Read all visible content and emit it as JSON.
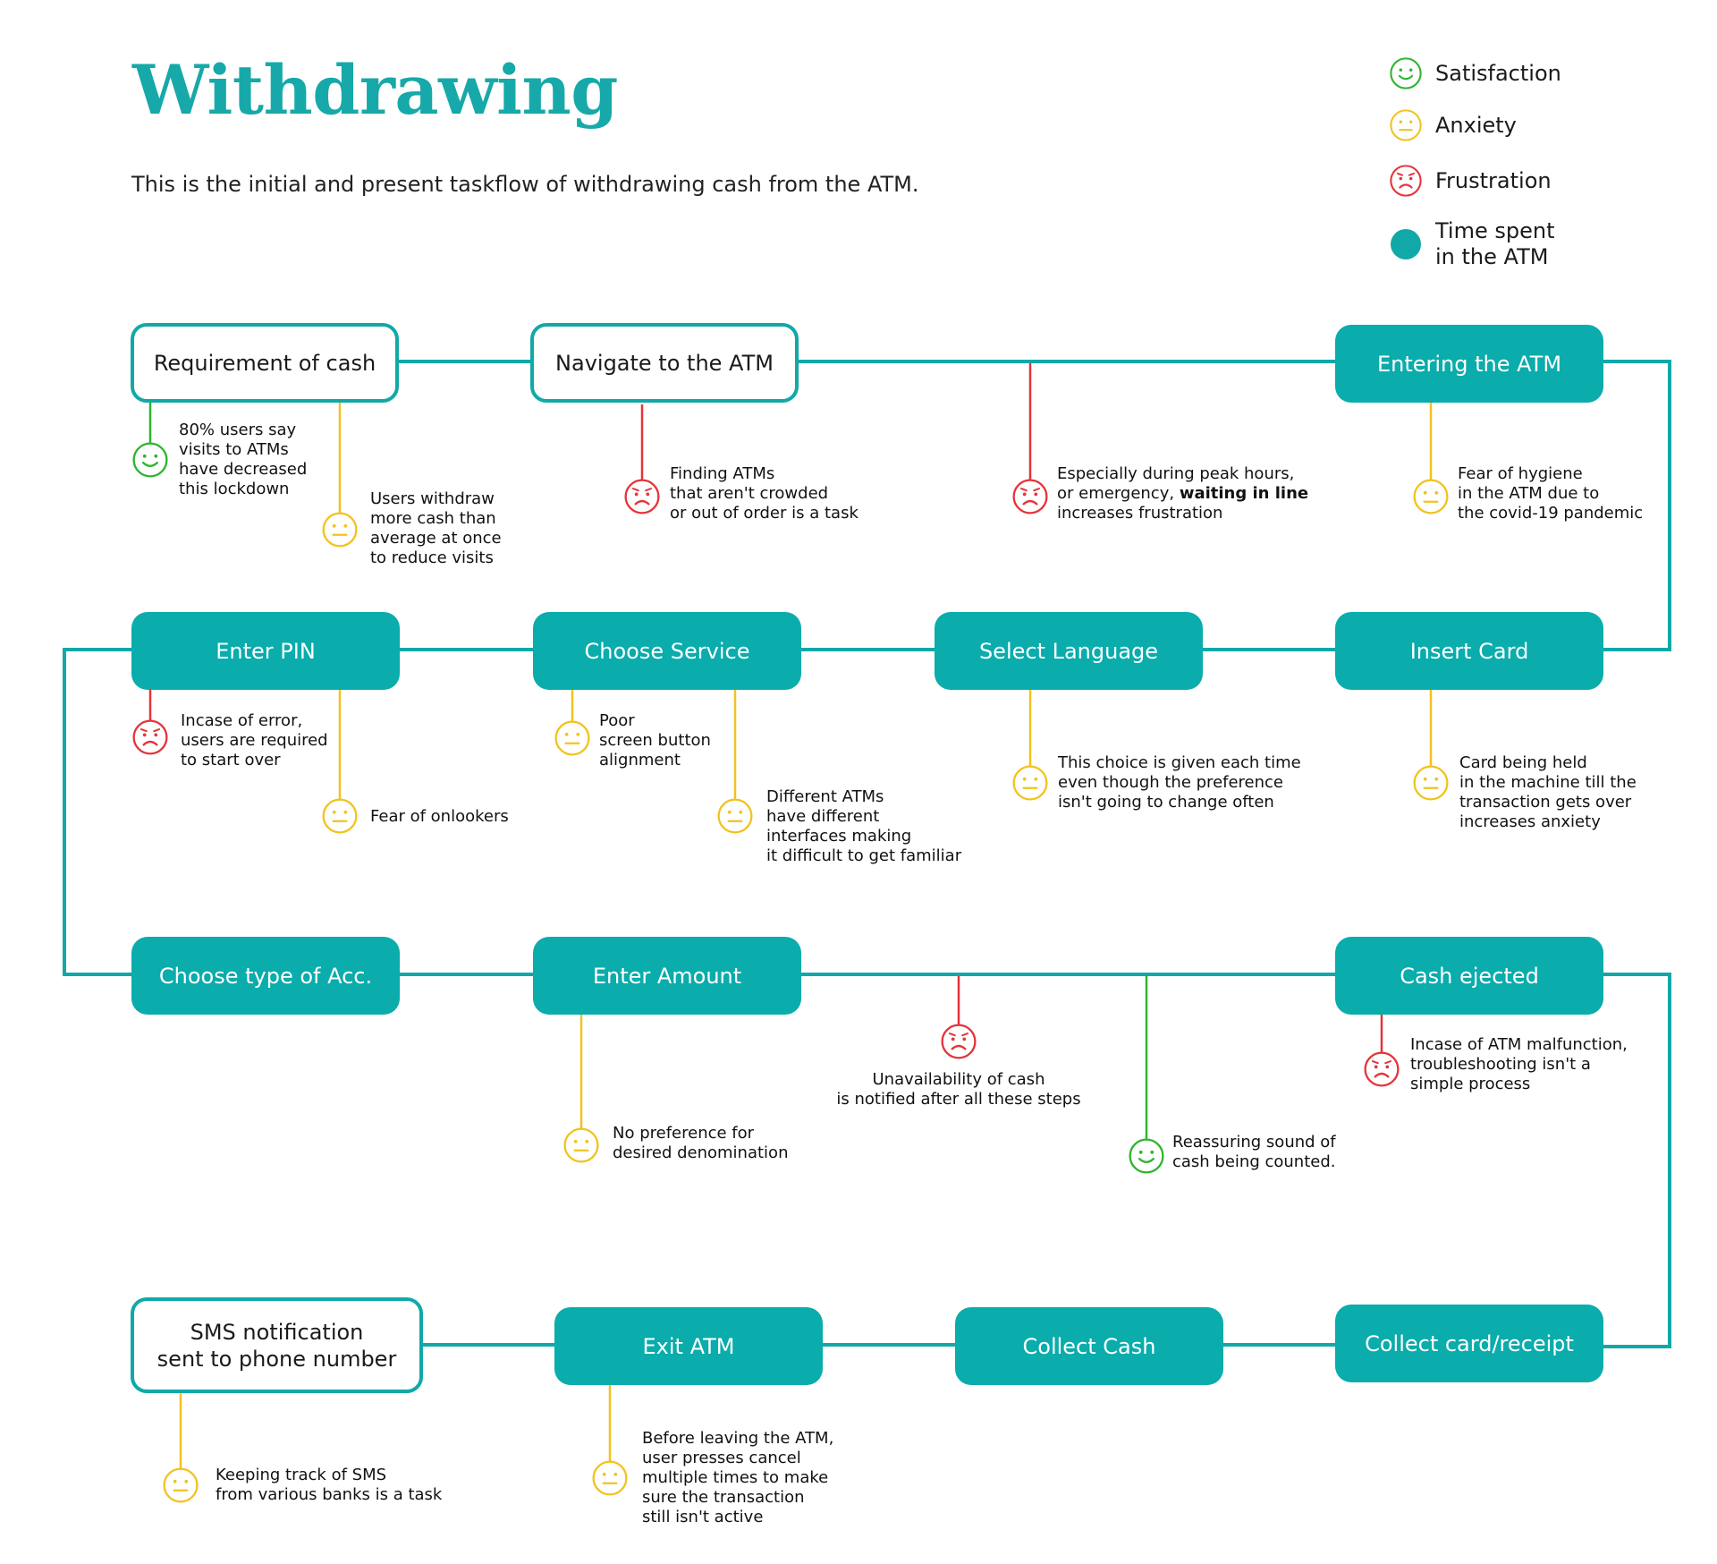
{
  "title": "Withdrawing",
  "subtitle": "This is the initial and present taskflow of withdrawing cash from the ATM.",
  "colors": {
    "teal": "#0aacac",
    "satisfaction": "#2db52d",
    "anxiety": "#f2c21f",
    "frustration": "#e5343a"
  },
  "legend": [
    {
      "icon": "satisfaction-face-icon",
      "label": "Satisfaction"
    },
    {
      "icon": "anxiety-face-icon",
      "label": "Anxiety"
    },
    {
      "icon": "frustration-face-icon",
      "label": "Frustration"
    },
    {
      "icon": "teal-dot-icon",
      "label": "Time spent\nin the ATM"
    }
  ],
  "steps": {
    "requirement_of_cash": "Requirement of cash",
    "navigate_to_atm": "Navigate to the ATM",
    "entering_the_atm": "Entering the ATM",
    "insert_card": "Insert Card",
    "select_language": "Select Language",
    "choose_service": "Choose Service",
    "enter_pin": "Enter PIN",
    "choose_type_of_acc": "Choose type of Acc.",
    "enter_amount": "Enter Amount",
    "cash_ejected": "Cash ejected",
    "collect_card_receipt": "Collect card/receipt",
    "collect_cash": "Collect Cash",
    "exit_atm": "Exit ATM",
    "sms_notification_line1": "SMS notification",
    "sms_notification_line2": "sent to phone number"
  },
  "notes": {
    "visits_decreased": {
      "emotion": "satisfaction",
      "text": "80% users say\nvisits to ATMs\nhave decreased\nthis lockdown"
    },
    "withdraw_more": {
      "emotion": "anxiety",
      "text": "Users withdraw\nmore cash than\naverage at once\nto reduce visits"
    },
    "finding_atms": {
      "emotion": "frustration",
      "text": "Finding ATMs\nthat aren't crowded\nor out of order is a task"
    },
    "peak_hours_before": {
      "emotion": "frustration",
      "text": "Especially during peak hours,\nor emergency, "
    },
    "peak_hours_bold": "waiting in line",
    "peak_hours_after": "\nincreases frustration",
    "hygiene_fear": {
      "emotion": "anxiety",
      "text": "Fear of hygiene\nin the ATM due to\nthe covid-19 pandemic"
    },
    "pin_error": {
      "emotion": "frustration",
      "text": "Incase of error,\nusers are required\nto start over"
    },
    "onlookers": {
      "emotion": "anxiety",
      "text": "Fear of onlookers"
    },
    "button_alignment": {
      "emotion": "anxiety",
      "text": "Poor\nscreen button\nalignment"
    },
    "different_interfaces": {
      "emotion": "anxiety",
      "text": "Different ATMs\nhave different\ninterfaces making\nit difficult to get familiar"
    },
    "language_choice": {
      "emotion": "anxiety",
      "text": "This choice is given each time\neven though the preference\nisn't going to change often"
    },
    "card_held": {
      "emotion": "anxiety",
      "text": "Card being held\nin the machine till the\ntransaction gets over\nincreases anxiety"
    },
    "denomination": {
      "emotion": "anxiety",
      "text": "No preference for\ndesired denomination"
    },
    "cash_unavailable": {
      "emotion": "frustration",
      "text": "Unavailability of cash\nis notified after all these steps"
    },
    "reassuring_sound": {
      "emotion": "satisfaction",
      "text": "Reassuring sound of\ncash being counted."
    },
    "malfunction": {
      "emotion": "frustration",
      "text": "Incase of ATM malfunction,\ntroubleshooting isn't a\nsimple process"
    },
    "sms_tracking": {
      "emotion": "anxiety",
      "text": "Keeping track of SMS\nfrom various banks is a task"
    },
    "cancel_presses": {
      "emotion": "anxiety",
      "text": "Before leaving the ATM,\nuser presses cancel\nmultiple times to make\nsure the transaction\nstill isn't active"
    }
  }
}
